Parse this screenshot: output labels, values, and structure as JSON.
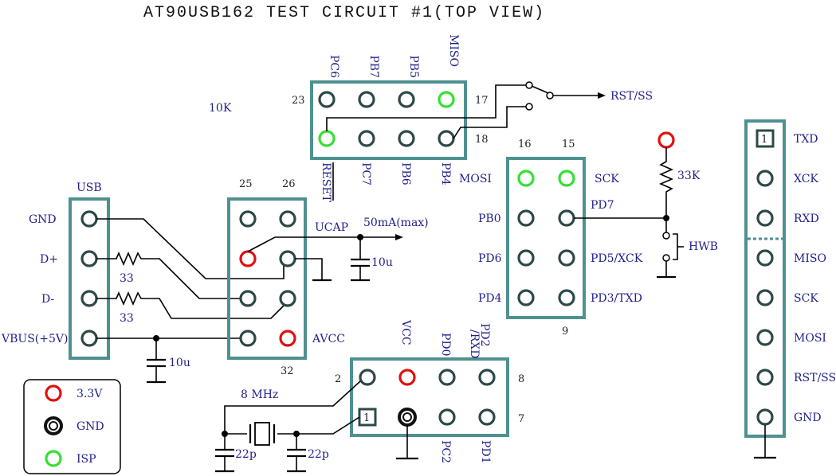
{
  "title": "AT90USB162 TEST CIRCUIT #1(TOP VIEW)",
  "top_header": {
    "pin_left_num": "23",
    "pin_right_num_top": "17",
    "pin_right_num_bottom": "18",
    "top_labels": [
      "PC6",
      "PB7",
      "PB5",
      "MISO"
    ],
    "bottom_labels": [
      "RESET",
      "PC7",
      "PB6",
      "PB4"
    ],
    "note_10k": "10K",
    "switch_output": "RST/SS"
  },
  "usb": {
    "title": "USB",
    "labels": [
      "GND",
      "D+",
      "D-",
      "VBUS(+5V)"
    ],
    "res_dplus": "33",
    "res_dminus": "33",
    "cap": "10u"
  },
  "mid_header": {
    "pin_nums_top": [
      "25",
      "26"
    ],
    "pin_num_bottom": "32",
    "ucap_label": "UCAP",
    "current_label": "50mA(max)",
    "ucap_cap": "10u",
    "avcc_label": "AVCC"
  },
  "right_header": {
    "pin_nums_top": [
      "16",
      "15"
    ],
    "pin_num_bottom": "9",
    "left_labels": [
      "MOSI",
      "PB0",
      "PD6",
      "PD4"
    ],
    "right_labels": [
      "SCK",
      "PD7",
      "PD5/XCK",
      "PD3/TXD"
    ],
    "pullup": "33K",
    "button": "HWB"
  },
  "bottom_header": {
    "pin_num_left_top": "2",
    "pin_num_left_bottom": "1",
    "pin_num_right_top": "8",
    "pin_num_right_bottom": "7",
    "top_labels": [
      "VCC",
      "PD0",
      "PD2\n/RXD"
    ],
    "bottom_labels": [
      "PC2",
      "PD1"
    ],
    "pin1_mark": "1",
    "crystal": "8 MHz",
    "cap_left": "22p",
    "cap_right": "22p"
  },
  "serial_header": {
    "pin1_mark": "1",
    "labels": [
      "TXD",
      "XCK",
      "RXD",
      "MISO",
      "SCK",
      "MOSI",
      "RST/SS",
      "GND"
    ]
  },
  "legend": {
    "items": [
      {
        "label": "3.3V",
        "color": "#e01010"
      },
      {
        "label": "GND",
        "color": "#111111"
      },
      {
        "label": "ISP",
        "color": "#33e033"
      }
    ]
  },
  "colors": {
    "box": "#4f9090",
    "text": "#1f1f8a",
    "pin_red": "#e01010",
    "pin_green": "#33e033",
    "pin_default": "#2d4848"
  }
}
